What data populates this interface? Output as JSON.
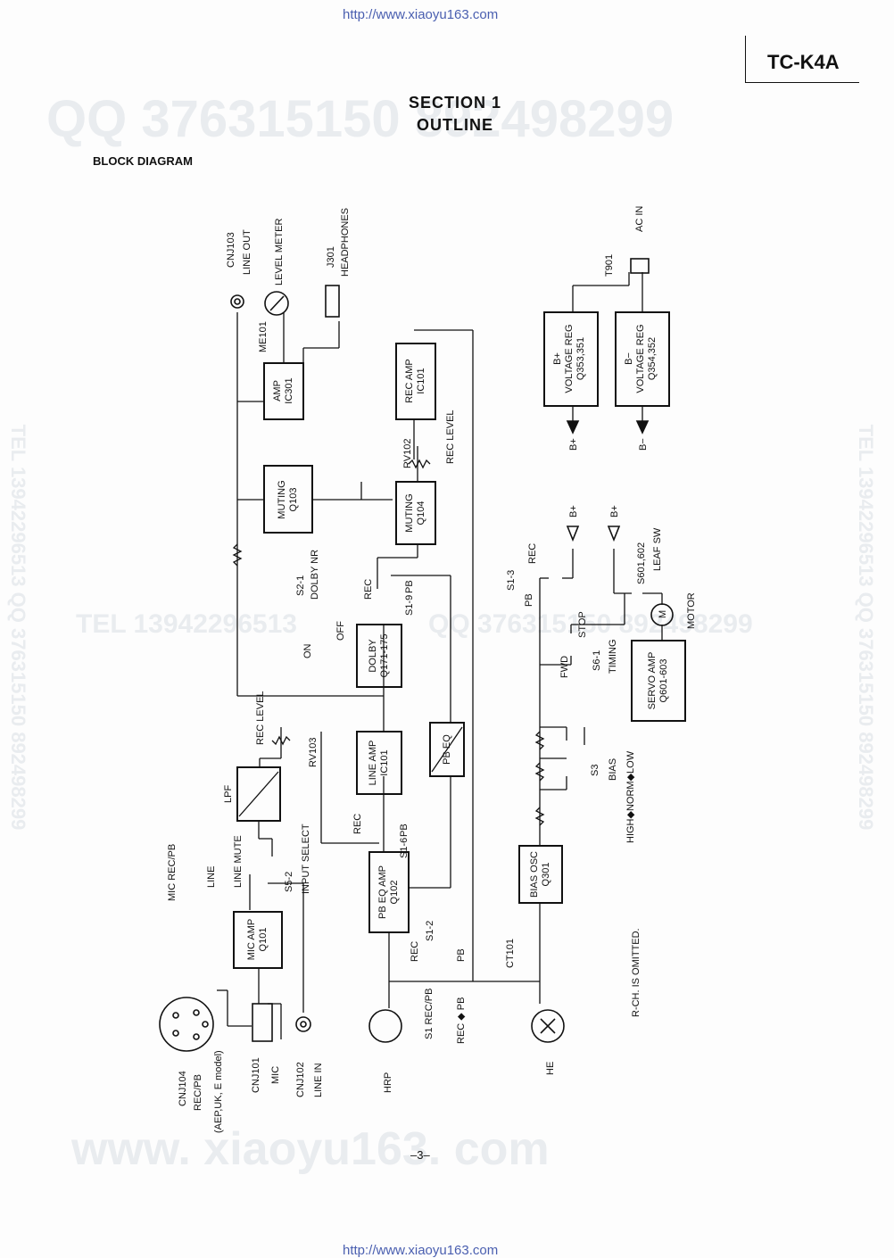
{
  "header": {
    "url_top": "http://www.xiaoyu163.com",
    "url_bottom": "http://www.xiaoyu163.com",
    "model": "TC-K4A",
    "section": "SECTION 1",
    "outline": "OUTLINE",
    "block_diagram": "BLOCK DIAGRAM",
    "page_number": "–3–"
  },
  "watermarks": {
    "qq_top": "QQ 376315150   892498299",
    "tel_mid": "TEL 13942296513",
    "qq_mid": "QQ 376315150   892498299",
    "www": "www. xiaoyu163. com",
    "side_left": "TEL 13942296513   QQ 376315150   892498299",
    "side_right": "TEL 13942296513   QQ 376315150   892498299"
  },
  "blocks": {
    "amp_ic301": [
      "AMP",
      "IC301"
    ],
    "rec_amp": [
      "REC AMP",
      "IC101"
    ],
    "vreg_bplus": [
      "B+",
      "VOLTAGE REG",
      "Q353,351"
    ],
    "vreg_bminus": [
      "B−",
      "VOLTAGE REG",
      "Q354,352"
    ],
    "muting_q103": [
      "MUTING",
      "Q103"
    ],
    "muting_q104": [
      "MUTING",
      "Q104"
    ],
    "dolby": [
      "DOLBY",
      "Q171-175"
    ],
    "line_amp": [
      "LINE AMP",
      "IC101"
    ],
    "pb_eq": [
      "PB EQ"
    ],
    "pb_eq_amp": [
      "PB EQ AMP",
      "Q102"
    ],
    "mic_amp": [
      "MIC AMP",
      "Q101"
    ],
    "bias_osc": [
      "BIAS OSC",
      "Q301"
    ],
    "servo_amp": [
      "SERVO AMP",
      "Q601-603"
    ]
  },
  "labels": {
    "cnj103": "CNJ103",
    "line_out": "LINE OUT",
    "me101": "ME101",
    "level_meter": "LEVEL METER",
    "j301": "J301",
    "headphones": "HEADPHONES",
    "t901": "T901",
    "ac_in": "AC IN",
    "bplus_out": "B+",
    "bminus_out": "B−",
    "rv102": "RV102",
    "rec_level_1": "REC LEVEL",
    "rec_level_2": "REC LEVEL",
    "rv103": "RV103",
    "lpf": "LPF",
    "s2_1": "S2-1",
    "dolby_nr": "DOLBY NR",
    "on": "ON",
    "off": "OFF",
    "rec_s19": "REC",
    "pb_s19": "PB",
    "s1_9": "S1-9",
    "rec_s16": "REC",
    "pb_s16": "PB",
    "s1_6": "S1-6",
    "rec_s12": "REC",
    "pb_s12": "PB",
    "s1_2": "S1-2",
    "mic_rec_pb": "MIC REC/PB",
    "line": "LINE",
    "line_mute": "LINE MUTE",
    "s5_2": "S5-2",
    "input_select": "INPUT SELECT",
    "b_plus_1": "B+",
    "b_plus_2": "B+",
    "s1_3": "S1-3",
    "pb_s13": "PB",
    "rec_s13": "REC",
    "s601": "S601,602",
    "leaf_sw": "LEAF SW",
    "motor_m": "M",
    "motor": "MOTOR",
    "stop": "STOP",
    "fwd": "FWD",
    "s6_1": "S6-1",
    "timing": "TIMING",
    "s3": "S3",
    "bias": "BIAS",
    "bias_switch": "HIGH◆NORM◆LOW",
    "ct101": "CT101",
    "r_ch": "R-CH. IS OMITTED.",
    "cnj104": "CNJ104",
    "rec_pb_jack": "REC/PB",
    "aep": "(AEP,UK, E model)",
    "cnj101": "CNJ101",
    "mic": "MIC",
    "cnj102": "CNJ102",
    "line_in": "LINE IN",
    "hrp": "HRP",
    "s1_rec_pb": "S1 REC/PB",
    "rec_arrow_pb": "REC ◆ PB",
    "he": "HE"
  }
}
